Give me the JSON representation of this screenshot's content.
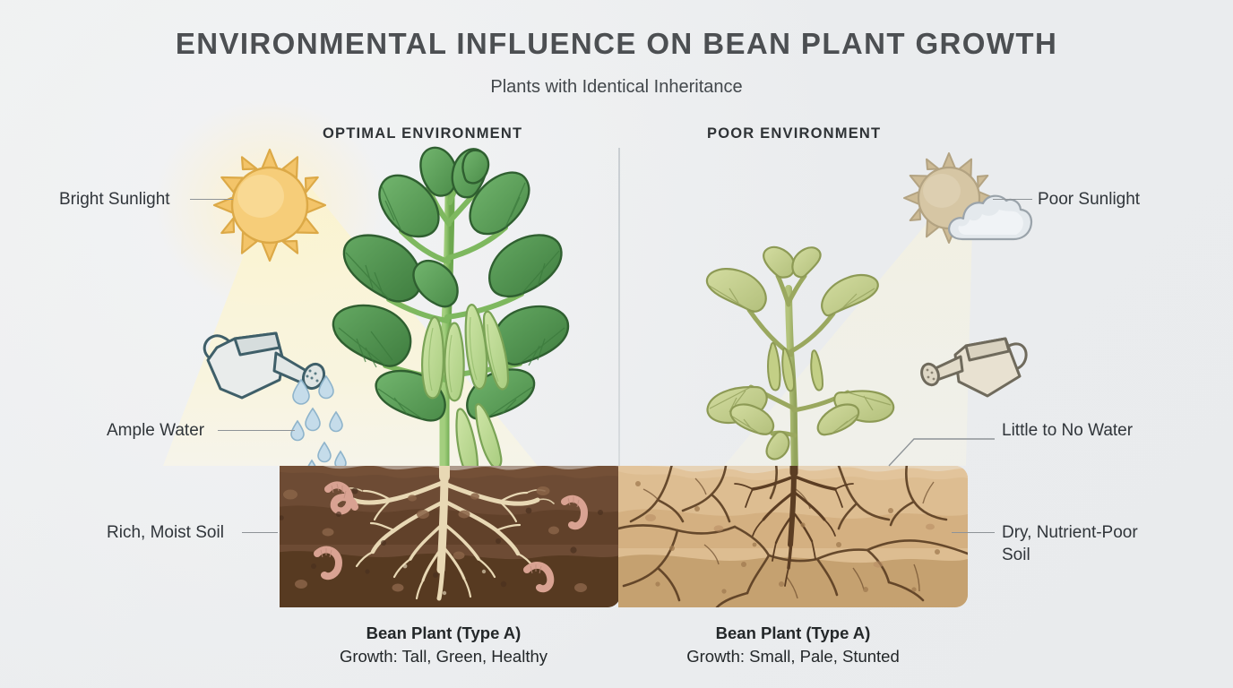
{
  "header": {
    "title": "ENVIRONMENTAL INFLUENCE ON BEAN PLANT GROWTH",
    "subtitle": "Plants with Identical Inheritance"
  },
  "panels": {
    "left": {
      "heading": "OPTIMAL ENVIRONMENT",
      "labels": {
        "sunlight": "Bright Sunlight",
        "water": "Ample Water",
        "soil": "Rich, Moist Soil"
      },
      "caption_title": "Bean Plant (Type A)",
      "caption_growth": "Growth: Tall, Green, Healthy",
      "icons": {
        "sun": "sun-icon",
        "watering_can": "watering-can-icon",
        "droplets": "water-droplet-icon",
        "plant": "healthy-bean-plant-icon",
        "soil": "rich-soil-icon",
        "worm": "earthworm-icon",
        "roots": "dense-root-system-icon"
      },
      "colors": {
        "sun": "#f3c469",
        "leaf": "#4d8f4d",
        "stem": "#8cbf6a",
        "pod": "#b9d78e",
        "soil_top": "#6d4b34",
        "soil_mid": "#5d3f2b",
        "soil_bottom": "#4e3423",
        "root": "#e6d5b0",
        "worm": "#d9a292",
        "water": "#9cc5dd"
      }
    },
    "right": {
      "heading": "POOR ENVIRONMENT",
      "labels": {
        "sunlight": "Poor Sunlight",
        "water": "Little to No Water",
        "soil_line1": "Dry, Nutrient-Poor",
        "soil_line2": "Soil"
      },
      "caption_title": "Bean Plant (Type A)",
      "caption_growth": "Growth: Small, Pale, Stunted",
      "icons": {
        "sun": "dim-sun-icon",
        "cloud": "cloud-icon",
        "watering_can": "empty-watering-can-icon",
        "plant": "stunted-bean-plant-icon",
        "soil": "dry-cracked-soil-icon",
        "roots": "sparse-root-system-icon"
      },
      "colors": {
        "sun": "#cdbb96",
        "cloud": "#dfe4e8",
        "leaf": "#c4ce8d",
        "stem": "#a8b86a",
        "pod": "#bdc882",
        "soil_top": "#ddbd91",
        "soil_mid": "#d3ae7f",
        "soil_bottom": "#c39f6f",
        "crack": "#5c3f24",
        "root": "#5b3d23",
        "can": "#e7e0d0"
      }
    }
  },
  "background": {
    "page": "#ecedef",
    "divider": "#cfd4d8",
    "beam_light": "#faf4d8",
    "beam_dim": "#f1efe0"
  }
}
